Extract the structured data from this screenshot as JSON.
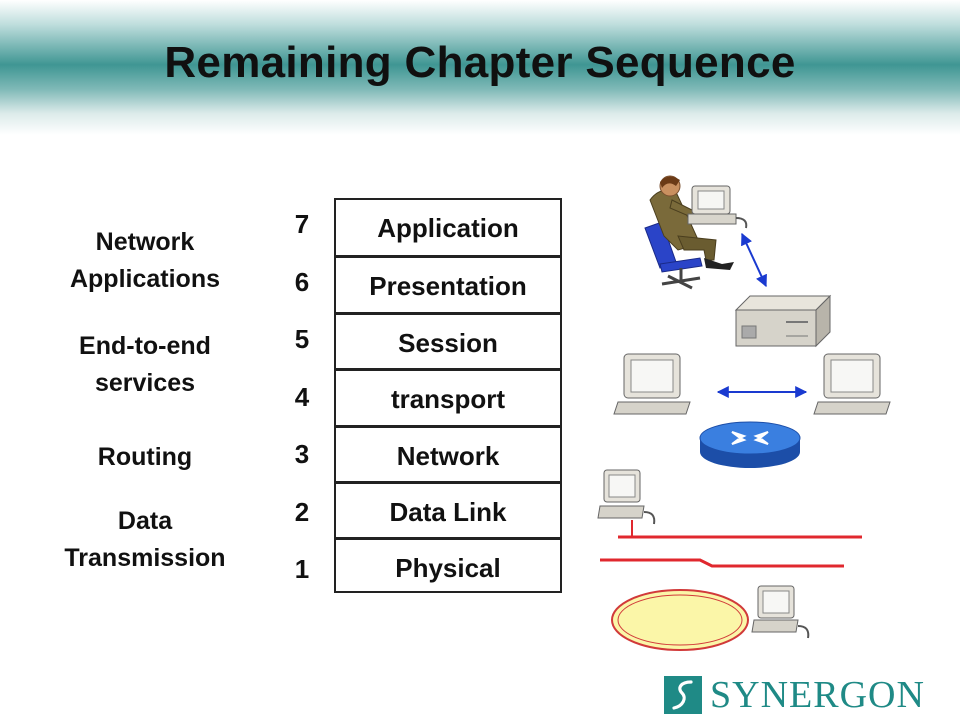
{
  "title": "Remaining Chapter Sequence",
  "categories": [
    {
      "line1": "Network",
      "line2": "Applications"
    },
    {
      "line1": "End-to-end",
      "line2": "services"
    },
    {
      "line1": "Routing",
      "line2": ""
    },
    {
      "line1": "Data",
      "line2": "Transmission"
    }
  ],
  "layers": [
    {
      "number": "7",
      "name": "Application"
    },
    {
      "number": "6",
      "name": "Presentation"
    },
    {
      "number": "5",
      "name": "Session"
    },
    {
      "number": "4",
      "name": "transport"
    },
    {
      "number": "3",
      "name": "Network"
    },
    {
      "number": "2",
      "name": "Data Link"
    },
    {
      "number": "1",
      "name": "Physical"
    }
  ],
  "logo": {
    "text": "SYNERGON"
  },
  "colors": {
    "brand": "#1f8a86",
    "link_red": "#e0282e",
    "link_blue": "#1a3ad0",
    "router_blue": "#2f6fd8",
    "ring_fill": "#fbf6a8"
  }
}
